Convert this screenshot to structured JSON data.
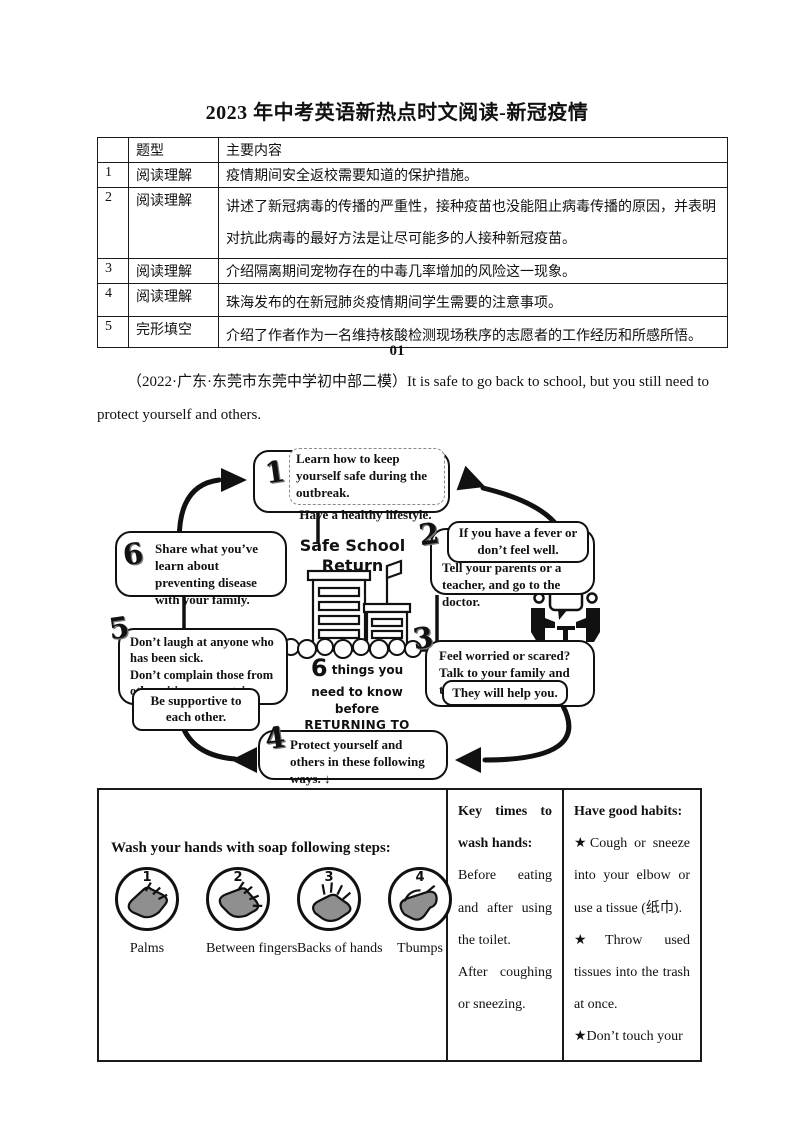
{
  "page": {
    "title": "2023 年中考英语新热点时文阅读-新冠疫情"
  },
  "summary_table": {
    "headers": {
      "num": "",
      "type": "题型",
      "content": "主要内容"
    },
    "rows": [
      {
        "num": "1",
        "type": "阅读理解",
        "content": "疫情期间安全返校需要知道的保护措施。"
      },
      {
        "num": "2",
        "type": "阅读理解",
        "content": "讲述了新冠病毒的传播的严重性，接种疫苗也没能阻止病毒传播的原因，并表明对抗此病毒的最好方法是让尽可能多的人接种新冠疫苗。"
      },
      {
        "num": "3",
        "type": "阅读理解",
        "content": "介绍隔离期间宠物存在的中毒几率增加的风险这一现象。"
      },
      {
        "num": "4",
        "type": "阅读理解",
        "content": "珠海发布的在新冠肺炎疫情期间学生需要的注意事项。"
      },
      {
        "num": "5",
        "type": "完形填空",
        "content": "介绍了作者作为一名维持核酸检测现场秩序的志愿者的工作经历和所感所悟。"
      }
    ]
  },
  "section": {
    "number": "01",
    "intro_source": "（2022·广东·东莞市东莞中学初中部二模）",
    "intro_text": "It is safe to go back to school, but you still need to protect yourself and others."
  },
  "diagram": {
    "center_title": "Safe School Return",
    "caption_number": "6",
    "caption_text": "things you need to know before",
    "caption_caps": "RETURNING TO SCHOOL",
    "b1": {
      "num": "1",
      "callout": "Learn how to keep yourself safe during the outbreak.",
      "note": "Have a healthy lifestyle."
    },
    "b2": {
      "num": "2",
      "callout": "If you have a fever or don’t feel well.",
      "note": "Tell your parents or a teacher, and go to the doctor."
    },
    "b3": {
      "num": "3",
      "text": "Feel worried or scared? Talk to your family and teachers.",
      "note": "They will help you."
    },
    "b4": {
      "num": "4",
      "text": "Protect yourself and others in these following ways. ↓"
    },
    "b5": {
      "num": "5",
      "text1": "Don’t laugh at anyone who has been sick.",
      "text2": "Don’t complain those from other cities or countries.",
      "note": "Be supportive to each other."
    },
    "b6": {
      "num": "6",
      "text": "Share what you’ve learn about preventing disease with your family."
    }
  },
  "hygiene_table": {
    "wash_title": "Wash your hands with soap following steps:",
    "steps": [
      {
        "num": "1",
        "label": "Palms"
      },
      {
        "num": "2",
        "label": "Between fingers"
      },
      {
        "num": "3",
        "label": "Backs of hands"
      },
      {
        "num": "4",
        "label": "Tbumps"
      }
    ],
    "key_times": {
      "title": "Key times to wash hands:",
      "item1": "Before eating and after using the toilet.",
      "item2": "After coughing or sneezing."
    },
    "habits": {
      "title": "Have good habits:",
      "item1": "★Cough or sneeze into your elbow or use a tissue (纸巾).",
      "item2": "★Throw used tissues into the trash at once.",
      "item3": "★Don’t touch your"
    }
  }
}
